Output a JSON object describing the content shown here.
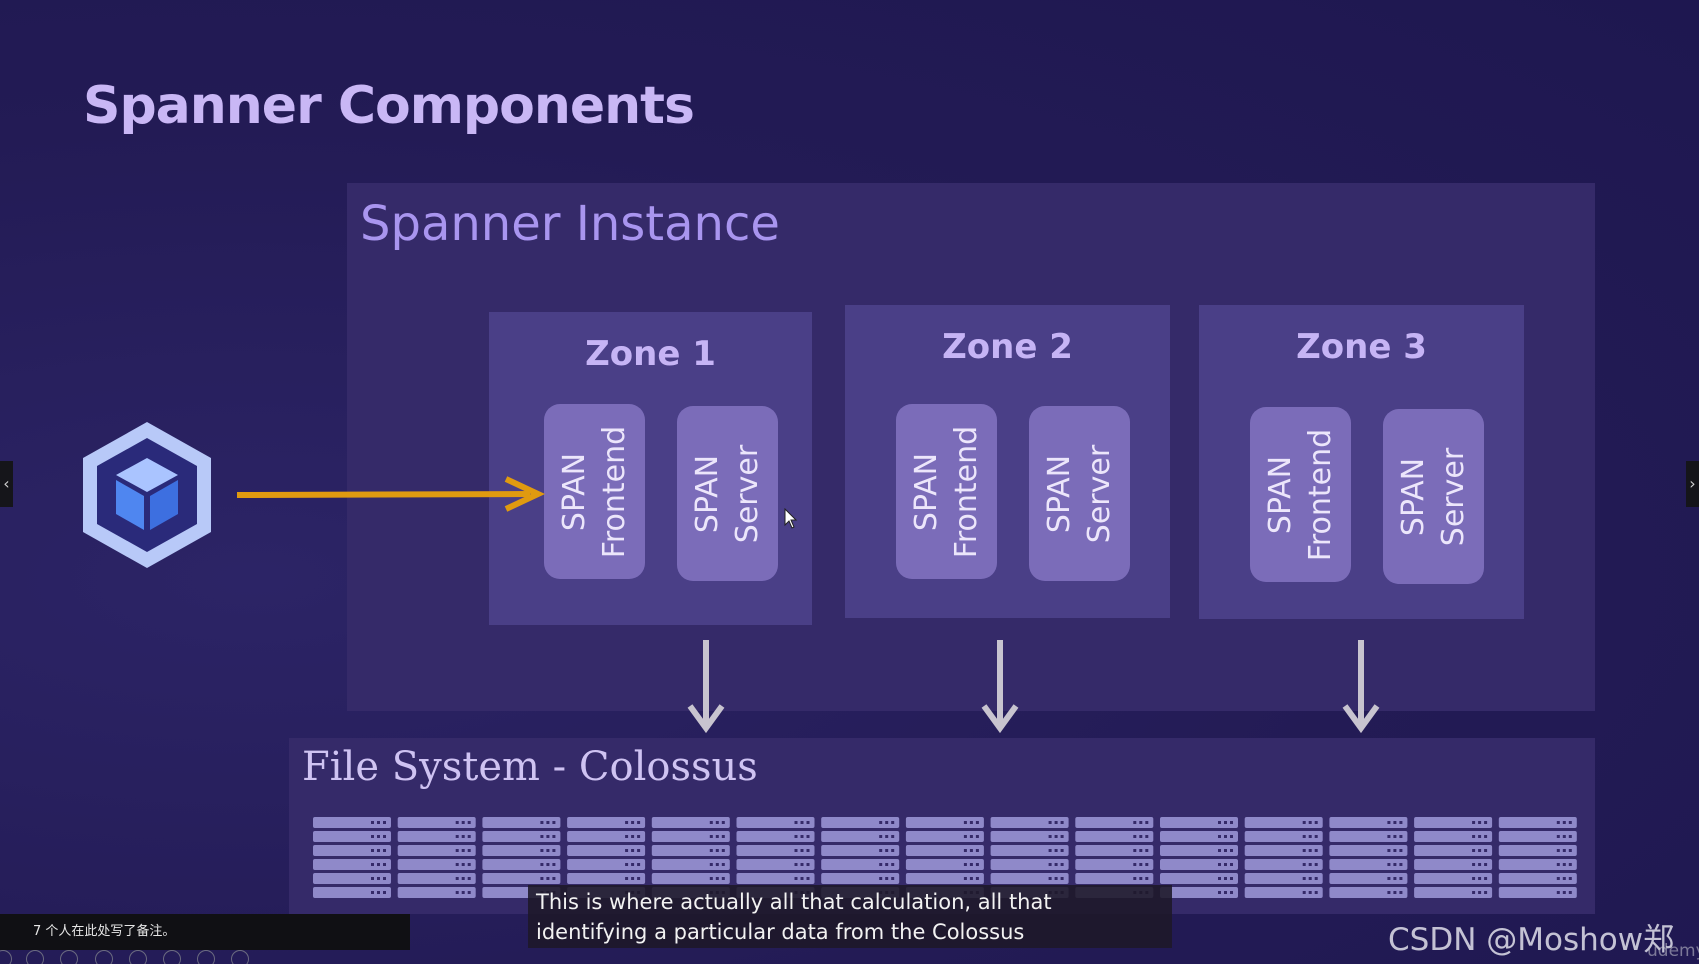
{
  "slide": {
    "title": "Spanner Components",
    "instance_label": "Spanner Instance",
    "filesystem_label": "File System - Colossus"
  },
  "zones": [
    {
      "title": "Zone 1",
      "frontend_label": "SPAN Frontend",
      "server_label": "SPAN Server"
    },
    {
      "title": "Zone 2",
      "frontend_label": "SPAN Frontend",
      "server_label": "SPAN Server"
    },
    {
      "title": "Zone 3",
      "frontend_label": "SPAN Frontend",
      "server_label": "SPAN Server"
    }
  ],
  "overlay": {
    "caption": "This is where actually all that calculation, all that identifying a particular data from the Colossus",
    "note": "7 个人在此处写了备注。",
    "watermark": "CSDN @Moshow郑锴",
    "udemy": "udemy"
  },
  "colors": {
    "background": "#241c55",
    "panel": "#352a69",
    "zone": "#4a3f87",
    "pill": "#7b6cb9",
    "arrow_client": "#e09a10",
    "arrow_down": "#c8c4cf",
    "accent_text": "#c9b7f5"
  },
  "icons": [
    "spanner-hex-icon",
    "server-rack-icon",
    "cursor-icon",
    "prev-arrow-icon",
    "next-arrow-icon"
  ]
}
